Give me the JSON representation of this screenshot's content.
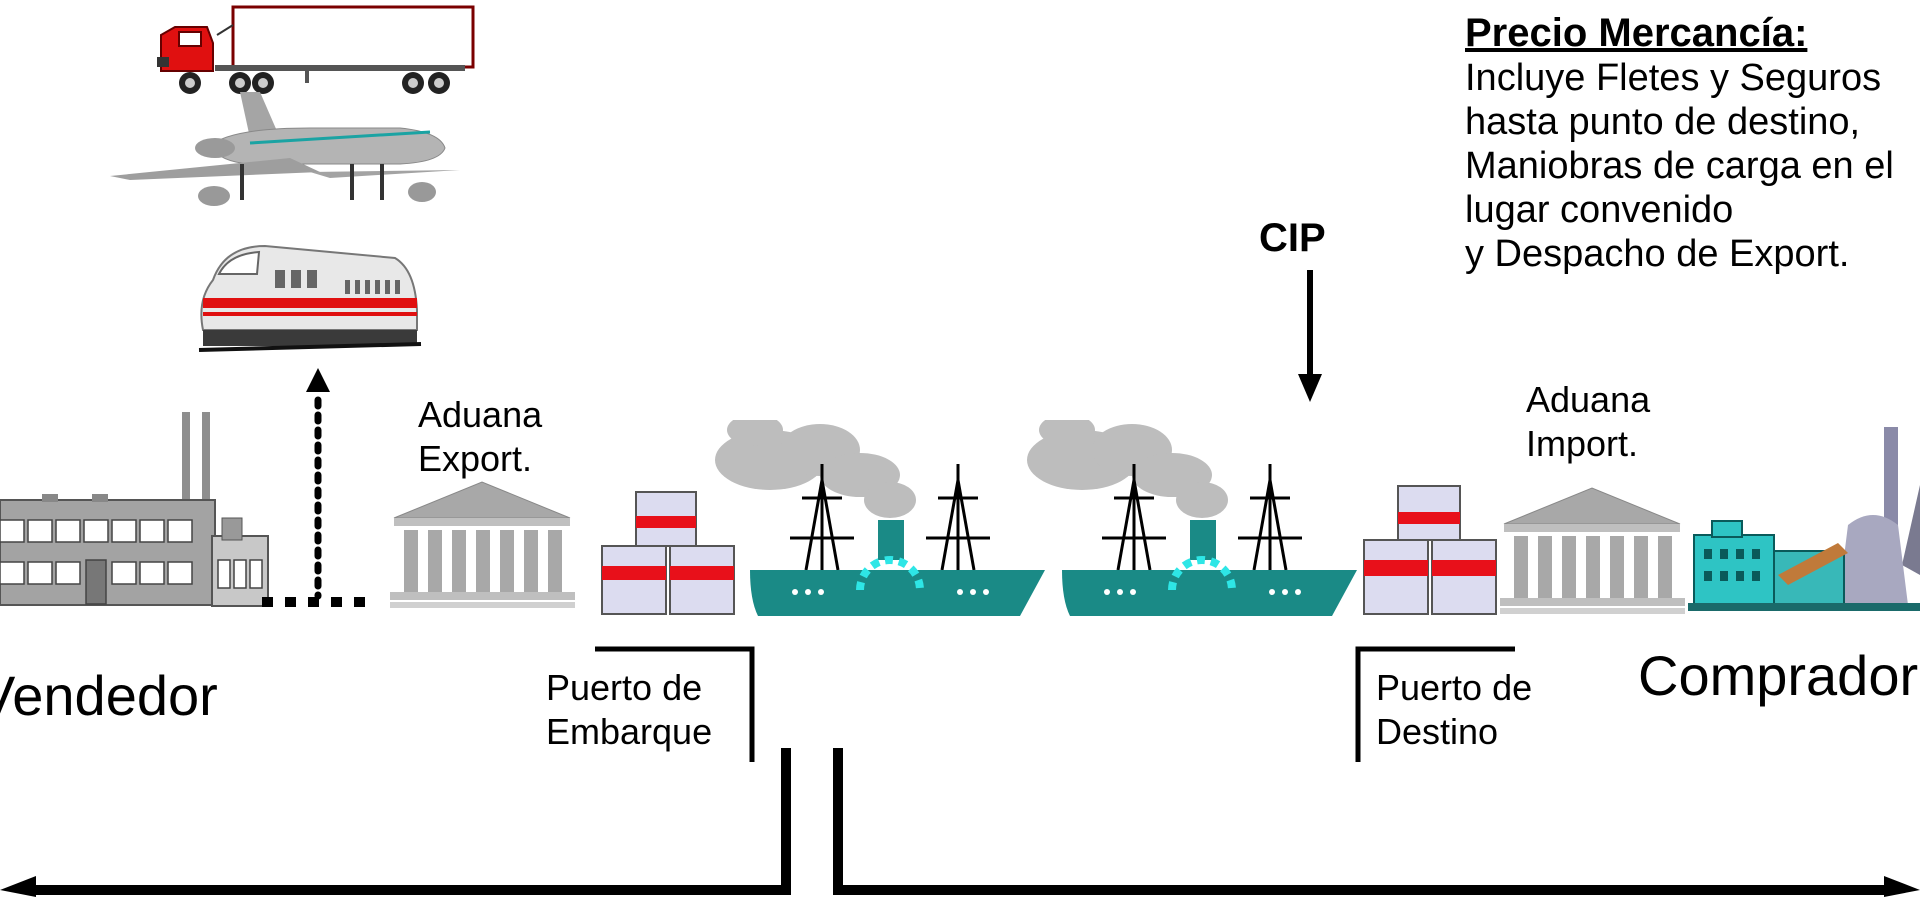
{
  "labels": {
    "vendedor": "Vendedor",
    "comprador": "Comprador",
    "aduana_export": [
      "Aduana",
      "Export."
    ],
    "aduana_import": [
      "Aduana",
      "Import."
    ],
    "puerto_embarque": [
      "Puerto de",
      "Embarque"
    ],
    "puerto_destino": [
      "Puerto de",
      "Destino"
    ],
    "cip": "CIP"
  },
  "price": {
    "title": "Precio Mercancía:",
    "lines": [
      "Incluye Fletes y Seguros",
      "hasta punto de destino,",
      "Maniobras de carga en el",
      "lugar convenido",
      "y Despacho de Export."
    ]
  },
  "colors": {
    "ship": "#1a8a86",
    "smoke": "#bdbdbd",
    "container_red": "#e8101a",
    "container_body": "#dcdcf0",
    "customs": "#a8a8a8",
    "factory": "#9a9a9a",
    "plant": "#2ec4c4"
  },
  "icons": [
    "truck-icon",
    "airplane-icon",
    "train-icon",
    "factory-icon",
    "customs-icon",
    "containers-icon",
    "ship-icon",
    "industrial-plant-icon"
  ]
}
